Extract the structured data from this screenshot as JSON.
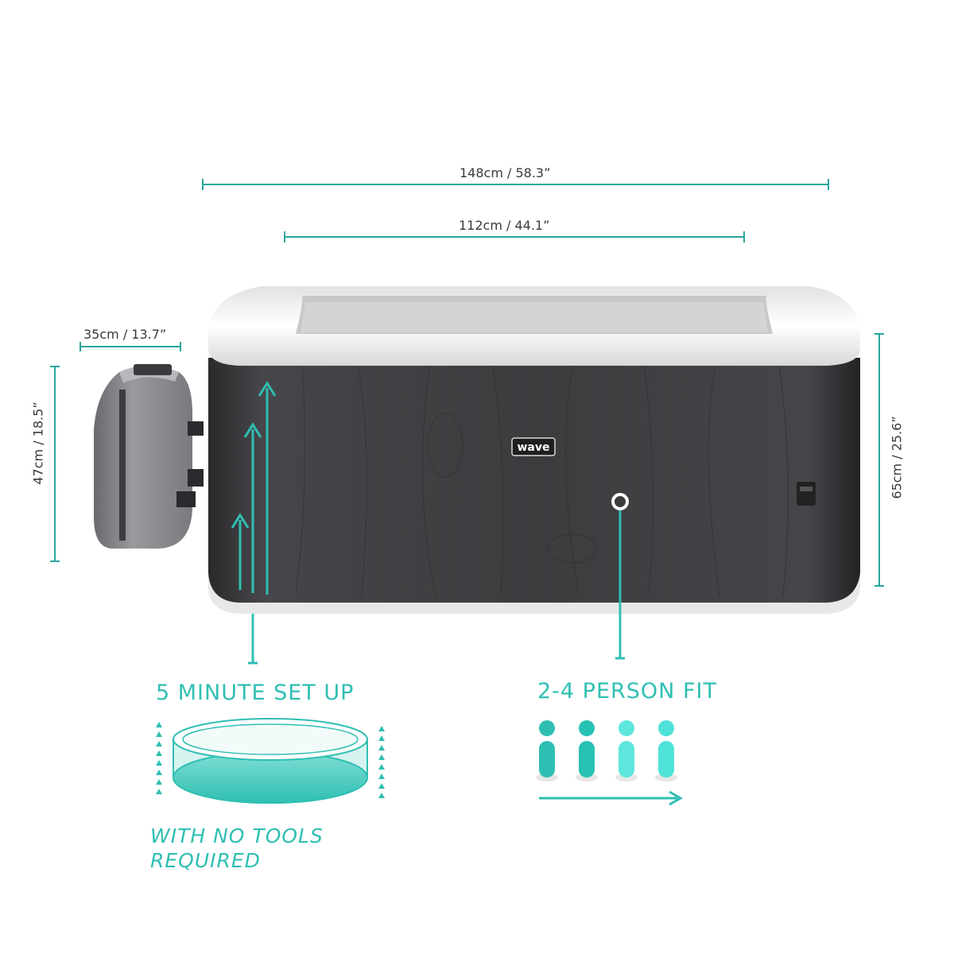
{
  "dimensions": {
    "outer_width": "148cm / 58.3”",
    "inner_width": "112cm / 44.1”",
    "pump_width": "35cm / 13.7”",
    "pump_height": "47cm / 18.5”",
    "tub_height": "65cm / 25.6”"
  },
  "brand_logo": "wave",
  "features": {
    "setup": {
      "title": "5 MINUTE SET UP",
      "subtitle_line1": "WITH NO TOOLS",
      "subtitle_line2": "REQUIRED",
      "icon": "pool-inflate-icon"
    },
    "capacity": {
      "title": "2-4 PERSON FIT",
      "icon": "people-icon"
    }
  },
  "colors": {
    "accent": "#2fbfb2",
    "tub_body": "#3b3b3d",
    "tub_rim": "#f2f2f2",
    "text": "#3a3a3a"
  }
}
